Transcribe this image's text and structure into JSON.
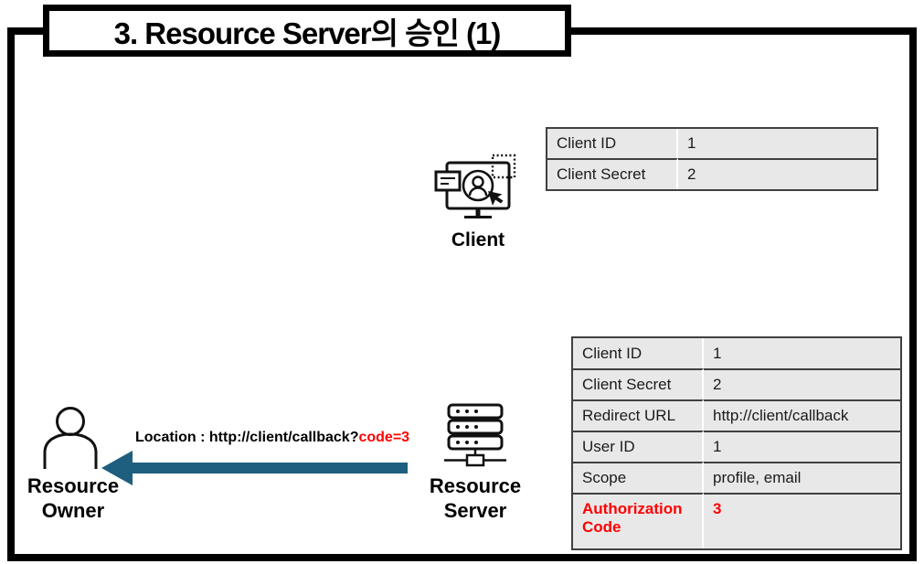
{
  "slide": {
    "title": "3. Resource Server의 승인 (1)"
  },
  "colors": {
    "arrow_teal": "#1E5E7E",
    "highlight_red": "#FF0000",
    "table_bg": "#E9E8E8",
    "table_border": "#404040"
  },
  "client": {
    "label": "Client",
    "table": {
      "rows": [
        {
          "key": "Client ID",
          "value": "1"
        },
        {
          "key": "Client Secret",
          "value": "2"
        }
      ]
    }
  },
  "resource_owner": {
    "line1": "Resource",
    "line2": "Owner"
  },
  "resource_server": {
    "line1": "Resource",
    "line2": "Server",
    "table": {
      "rows": [
        {
          "key": "Client ID",
          "value": "1"
        },
        {
          "key": "Client Secret",
          "value": "2"
        },
        {
          "key": "Redirect URL",
          "value": "http://client/callback"
        },
        {
          "key": "User ID",
          "value": "1"
        },
        {
          "key": "Scope",
          "value": "profile, email"
        },
        {
          "key": "Authorization Code",
          "value": "3"
        }
      ]
    }
  },
  "redirect_message": {
    "prefix": "Location : http://client/callback?",
    "code": "code=3"
  }
}
